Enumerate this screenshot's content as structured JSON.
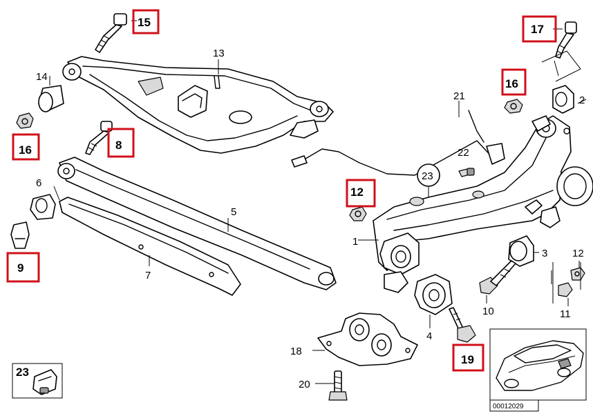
{
  "callouts": {
    "c1": "1",
    "c2": "2",
    "c3": "3",
    "c4": "4",
    "c5": "5",
    "c6": "6",
    "c7": "7",
    "c8": "8",
    "c9": "9",
    "c10": "10",
    "c11": "11",
    "c12_left": "12",
    "c12_right": "12",
    "c13": "13",
    "c14": "14",
    "c15": "15",
    "c16_left": "16",
    "c16_right": "16",
    "c17": "17",
    "c18": "18",
    "c19": "19",
    "c20": "20",
    "c21": "21",
    "c22": "22",
    "c23_main": "23",
    "c23_inset": "23"
  },
  "inset_car": {
    "reference": "00012029"
  },
  "highlight_color": "#d0101a"
}
